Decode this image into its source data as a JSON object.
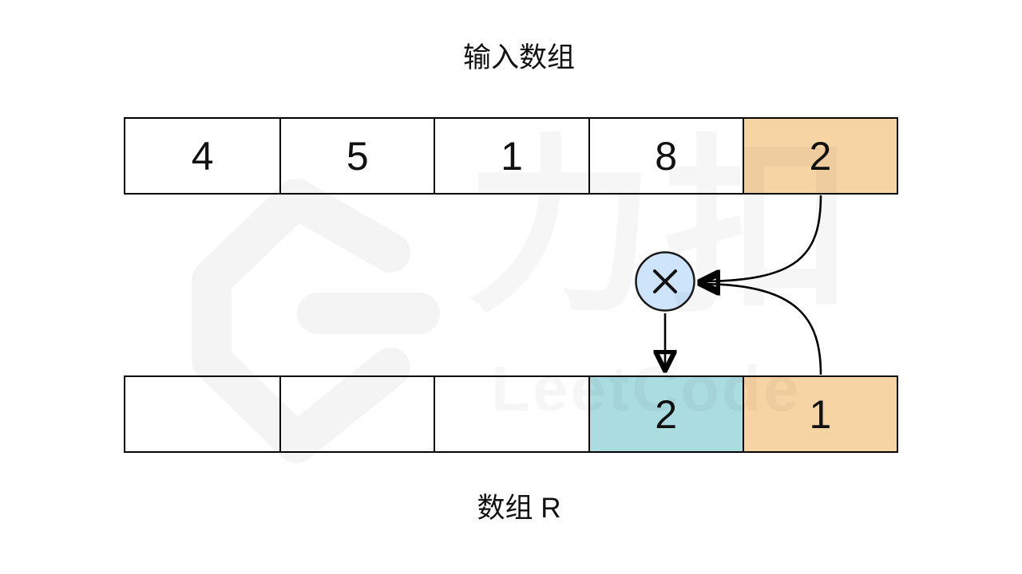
{
  "title": "输入数组",
  "input_array": {
    "name": "输入数组",
    "cells": [
      {
        "value": "4",
        "highlight": "none"
      },
      {
        "value": "5",
        "highlight": "none"
      },
      {
        "value": "1",
        "highlight": "none"
      },
      {
        "value": "8",
        "highlight": "none"
      },
      {
        "value": "2",
        "highlight": "orange"
      }
    ]
  },
  "operator": {
    "icon": "multiply-icon",
    "symbol": "×"
  },
  "result_array": {
    "label": "数组 R",
    "cells": [
      {
        "value": "",
        "highlight": "none"
      },
      {
        "value": "",
        "highlight": "none"
      },
      {
        "value": "",
        "highlight": "none"
      },
      {
        "value": "2",
        "highlight": "teal"
      },
      {
        "value": "1",
        "highlight": "orange"
      }
    ]
  },
  "connectors": [
    {
      "name": "arrow-input-cell-to-operator",
      "from": "input_array.cells.4",
      "to": "operator"
    },
    {
      "name": "arrow-result-cell-to-operator",
      "from": "result_array.cells.4",
      "to": "operator"
    },
    {
      "name": "arrow-operator-to-result-cell",
      "from": "operator",
      "to": "result_array.cells.3"
    }
  ],
  "watermark": {
    "cn": "力扣",
    "en": "LeetCode"
  },
  "colors": {
    "highlight_orange": "#F7D4A3",
    "highlight_teal": "#AADCE0",
    "operator_blue": "#CDE4FA",
    "line_black": "#000000"
  }
}
